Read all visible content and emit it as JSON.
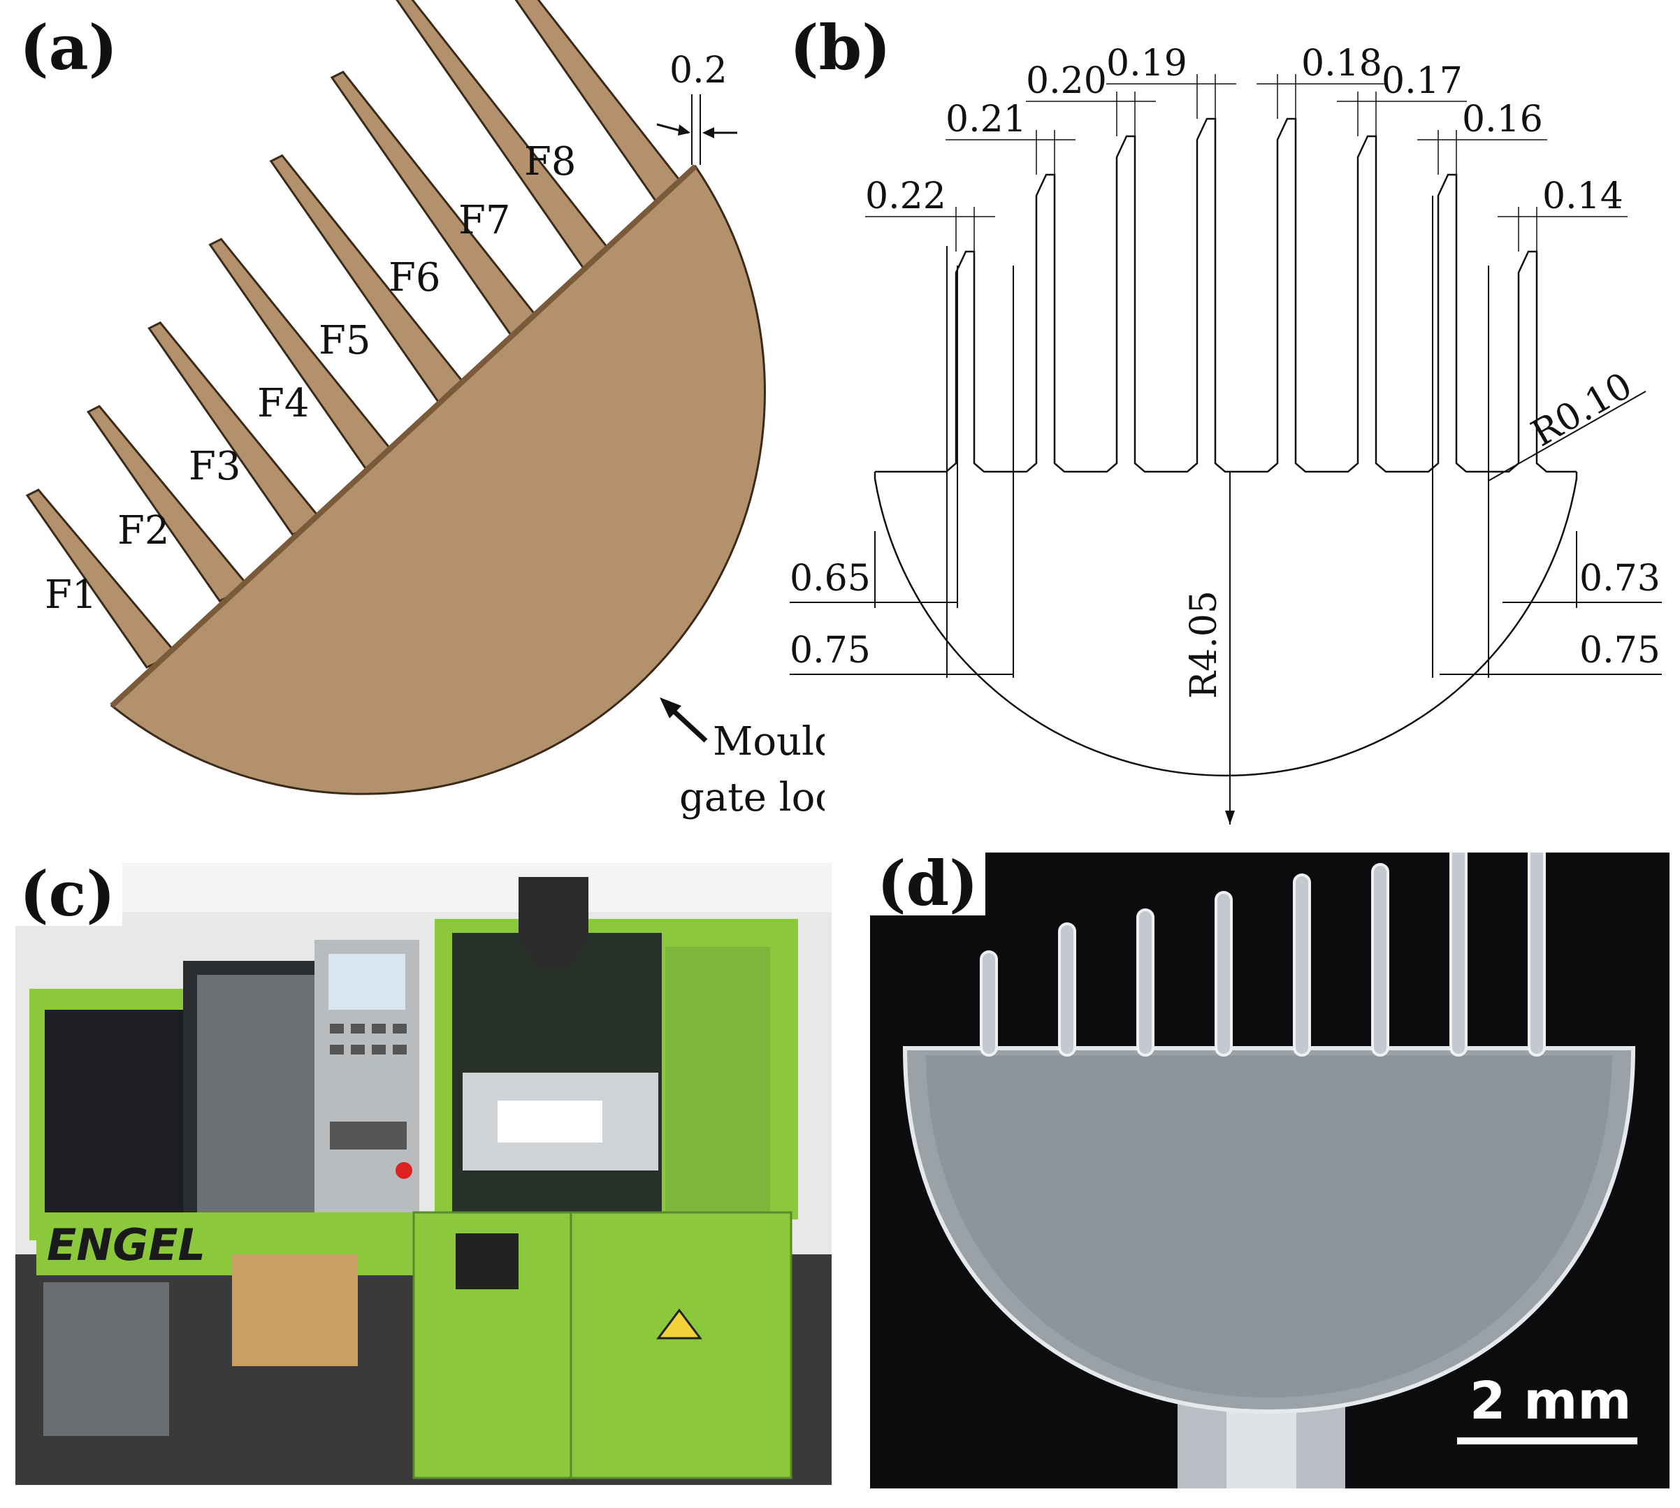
{
  "panels": {
    "a": {
      "label": "(a)",
      "fin_labels": [
        "F1",
        "F2",
        "F3",
        "F4",
        "F5",
        "F6",
        "F7",
        "F8"
      ],
      "thickness_dim": "0.2",
      "gate_label_line1": "Moulding",
      "gate_label_line2": "gate location",
      "part_color": "#b4916d"
    },
    "b": {
      "label": "(b)",
      "fin_tip_widths": [
        "0.22",
        "0.21",
        "0.20",
        "0.19",
        "0.18",
        "0.17",
        "0.16",
        "0.14"
      ],
      "fillet_radius": "R0.10",
      "base_radius": "R4.05",
      "left_offset": "0.65",
      "right_offset": "0.73",
      "left_pitch": "0.75",
      "right_pitch": "0.75"
    },
    "c": {
      "label": "(c)",
      "machine_brand": "ENGEL",
      "machine_color": "#8cc83c"
    },
    "d": {
      "label": "(d)",
      "scale_bar": "2 mm"
    }
  }
}
